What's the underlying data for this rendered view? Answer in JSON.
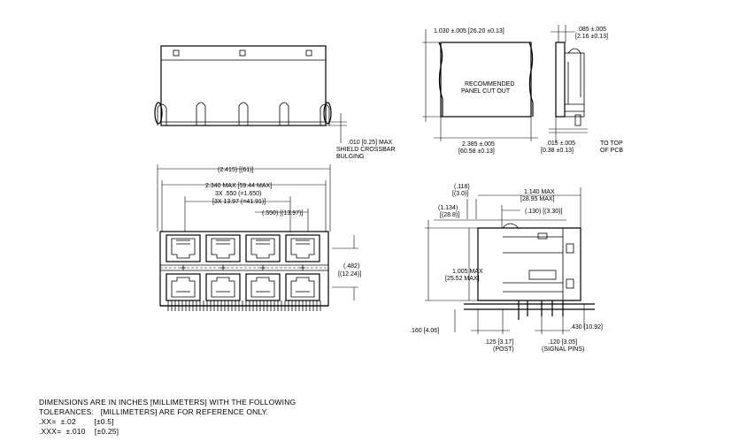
{
  "dims": {
    "top_shield": ".010 [0.25] MAX",
    "top_shield2": "SHIELD CROSSBAR",
    "top_shield3": "BULGING",
    "overall": "(2.415) [(61)]",
    "max_width": "2.340 MAX [59.44 MAX]",
    "pitch1": "3X .550 (=1.650)",
    "pitch2": "[3X 13.97 (=41.91)]",
    "pitch3": "(.550) [(13.97)]",
    "row_h1": "(.482)",
    "row_h2": "[(12.24)]",
    "cut_w": "1.030 ±.005 [26.20 ±0.13]",
    "cut_label1": "RECOMMENDED",
    "cut_label2": "PANEL CUT OUT",
    "cut_h1": "2.385 ±.005",
    "cut_h2": "[60.58 ±0.13]",
    "side_t1": ".085 ±.005",
    "side_t2": "[2.16 ±0.13]",
    "side_b1": ".015 ±.005",
    "side_b2": "[0.38 ±0.13]",
    "to_top1": "TO TOP",
    "to_top2": "OF PCB",
    "s_118a": "(.118)",
    "s_118b": "[(3.0)]",
    "s_1134a": "(1.134)",
    "s_1134b": "[(28.8)]",
    "s_1140a": "1.140 MAX",
    "s_1140b": "[28.95 MAX]",
    "s_130": "(.130) [(3.30)]",
    "s_1005a": "1.005 MAX",
    "s_1005b": "[25.52 MAX]",
    "s_160": ".160 [4.06]",
    "s_430": ".430 [10.92]",
    "s_125a": ".125 [3.17]",
    "s_125b": "(POST)",
    "s_120a": ".120 [3.05]",
    "s_120b": "(SIGNAL PINS)"
  },
  "notes": {
    "line1": "DIMENSIONS ARE IN INCHES [MILLIMETERS] WITH THE FOLLOWING",
    "line2": "TOLERANCES:   [MILLIMETERS] ARE FOR REFERENCE ONLY.",
    "line3": ".XX=  ±.02        [±0.5]",
    "line4": ".XXX=  ±.010    [±0.25]"
  }
}
